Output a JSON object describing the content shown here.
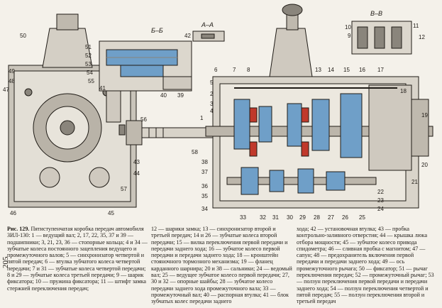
{
  "page_number": "205",
  "section_labels": {
    "aa": "А–А",
    "bb": "Б–Б",
    "vv": "В–В"
  },
  "callouts": {
    "left": [
      "50",
      "51",
      "52",
      "53",
      "54",
      "55",
      "49",
      "48",
      "47",
      "43",
      "44",
      "45",
      "46",
      "57"
    ],
    "top_middle": [
      "42",
      "41",
      "40",
      "39"
    ],
    "top_right": [
      "10",
      "9",
      "11",
      "12"
    ],
    "main_top": [
      "6",
      "7",
      "8",
      "5",
      "2",
      "3",
      "4",
      "1",
      "13",
      "14",
      "15",
      "16",
      "17",
      "18",
      "19",
      "20",
      "21",
      "22",
      "23",
      "24"
    ],
    "main_bottom": [
      "38",
      "37",
      "36",
      "35",
      "34",
      "33",
      "32",
      "31",
      "30",
      "29",
      "28",
      "27",
      "26",
      "25"
    ],
    "shaft_left": [
      "56",
      "58"
    ]
  },
  "caption": {
    "title": "Рис. 129.",
    "col1": "Пятиступенчатая коробка передач автомобиля ЗИЛ-130: 1 — ведущий вал; 2, 17, 22, 35, 37 и 39 — подшипники; 3, 21, 23, 36 — стопорные кольца; 4 и 34 — зубчатые колеса постоянного зацепления ведущего и промежуточного валов; 5 — синхронизатор четвертой и пятой передач; 6 — втулка зубчатого колеса четвертой передачи; 7 и 31 — зубчатые колеса четвертой передачи; 8 и 29 — зубчатые колеса третьей передачи; 9 — шарик фиксатора; 10 — пружина фиксатора; 11 — штифт замка стержней переключения передач;",
    "col2": "12 — шарики замка; 13 — синхронизатор второй и третьей передач; 14 и 26 — зубчатые колеса второй передачи; 15 — вилка переключения первой передачи и передачи заднего хода; 16 — зубчатое колесо первой передачи и передачи заднего хода; 18 — кронштейн стояночного тормозного механизма; 19 — фланец карданного шарнира; 20 и 38 — сальники; 24 — ведомый вал; 25 — ведущее зубчатое колесо первой передачи; 27, 30 и 32 — опорные шайбы; 28 — зубчатое колесо передачи заднего хода промежуточного вала; 33 — промежуточный вал; 40 — распорная втулка; 41 — блок зубчатых колес передачи заднего",
    "col3": "хода; 42 — установочная втулка; 43 — пробка контрольно-заливного отверстия; 44 — крышка люка отбора мощности; 45 — зубчатое колесо привода спидометра; 46 — сливная пробка с магнитом; 47 — сапун; 48 — предохранитель включения первой передачи и передачи заднего хода; 49 — ось промежуточного рычага; 50 — фиксатор; 51 — рычаг переключения передач; 52 — промежуточный рычаг; 53 — ползун переключения первой передачи и передачи заднего хода; 54 — ползун переключения четвертой и пятой передач; 55 — ползун переключения второй и третьей передач"
  },
  "colors": {
    "paper": "#f4f1ea",
    "ink": "#1f1b16",
    "blue": "#6f9fc8",
    "red": "#c0392b",
    "gray": "#8a857c"
  }
}
